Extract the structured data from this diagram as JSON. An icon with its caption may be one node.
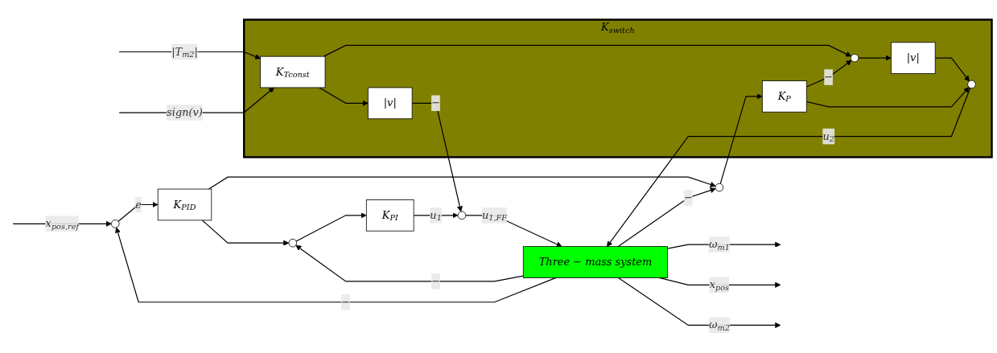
{
  "diagram": {
    "nodes": [
      {
        "text": [],
        "shape": "circle"
      },
      {
        "text": [
          "K$_{PID}$"
        ]
      },
      {
        "text": [],
        "shape": "circle"
      },
      {
        "text": [
          "K$_{PI}$"
        ]
      },
      {
        "text": [],
        "shape": "circle"
      },
      {
        "text": [
          "K$_{switch}$"
        ]
      },
      {
        "text": [
          "K$_{Tconst}$"
        ],
        "in": 5
      },
      {
        "text": [
          "|v|"
        ],
        "in": 5
      },
      {
        "text": [],
        "shape": "circle",
        "in": 5
      },
      {
        "text": [
          "|v|"
        ],
        "in": 5
      },
      {
        "text": [],
        "shape": "circle",
        "in": 5
      },
      {
        "text": [],
        "shape": "circle"
      },
      {
        "text": [
          "K$_{P}$"
        ],
        "in": 5
      },
      {
        "text": [
          "Three − mass system"
        ]
      }
    ],
    "edges": [
      {
        "from": null,
        "to": 0,
        "arrow": "to",
        "label": "x$_{pos,ref}$"
      },
      {
        "from": 0,
        "to": 1,
        "arrow": "to",
        "label": "e"
      },
      {
        "from": 1,
        "to": 2,
        "arrow": "to"
      },
      {
        "from": 1,
        "to": 11,
        "arrow": "to"
      },
      {
        "from": 2,
        "to": 3,
        "arrow": "to"
      },
      {
        "from": 3,
        "to": 4,
        "arrow": "to",
        "label": "u$_{1}$"
      },
      {
        "from": 4,
        "to": 13,
        "arrow": "to",
        "label": "u$_{1,FF}$"
      },
      {
        "from": null,
        "to": 6,
        "arrow": "to",
        "label": "|T$_{m2}$|"
      },
      {
        "from": null,
        "to": 6,
        "arrow": "to",
        "label": "sign(v)"
      },
      {
        "from": 6,
        "to": 7,
        "arrow": "to"
      },
      {
        "from": 6,
        "to": 8,
        "arrow": "to"
      },
      {
        "from": 7,
        "to": 4,
        "arrow": "to",
        "label": "−"
      },
      {
        "from": 8,
        "to": 9,
        "arrow": "to"
      },
      {
        "from": 9,
        "to": 10,
        "arrow": "to"
      },
      {
        "from": 11,
        "to": 12,
        "arrow": "to"
      },
      {
        "from": 12,
        "to": 8,
        "arrow": "to",
        "label": "−"
      },
      {
        "from": 12,
        "to": 10,
        "arrow": "to"
      },
      {
        "from": 10,
        "to": 13,
        "arrow": "to",
        "label": "u$_{2}$"
      },
      {
        "from": 13,
        "to": null,
        "arrow": "to",
        "label": "ω$_{m1}$"
      },
      {
        "from": 13,
        "to": null,
        "arrow": "to",
        "label": "x$_{pos}$"
      },
      {
        "from": 13,
        "to": null,
        "arrow": "to",
        "label": "ω$_{m2}$"
      },
      {
        "from": 13,
        "to": 2,
        "arrow": "to",
        "label": "−"
      },
      {
        "from": 13,
        "to": 11,
        "arrow": "to",
        "label": "−"
      },
      {
        "from": 13,
        "to": 0,
        "arrow": "to",
        "label": "−"
      }
    ]
  }
}
